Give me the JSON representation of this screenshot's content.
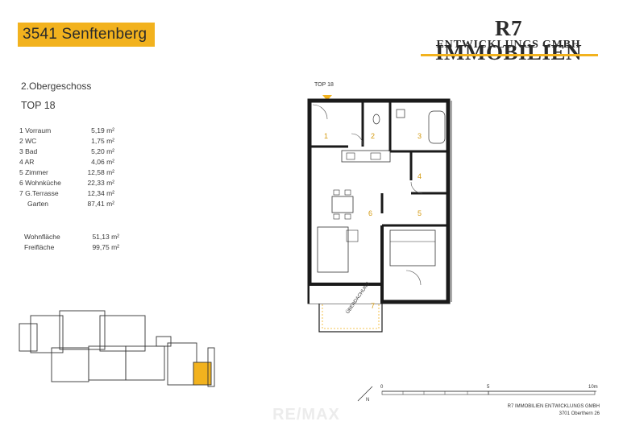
{
  "header": {
    "location": "3541 Senftenberg",
    "company_name": "R7 IMMOBILIEN",
    "company_sub": "ENTWICKLUNGS GMBH"
  },
  "apartment": {
    "floor": "2.Obergeschoss",
    "unit": "TOP 18",
    "plan_label": "TOP 18"
  },
  "rooms": [
    {
      "name": "1 Vorraum",
      "area": "5,19 m²"
    },
    {
      "name": "2 WC",
      "area": "1,75 m²"
    },
    {
      "name": "3 Bad",
      "area": "5,20 m²"
    },
    {
      "name": "4 AR",
      "area": "4,06 m²"
    },
    {
      "name": "5 Zimmer",
      "area": "12,58 m²"
    },
    {
      "name": "6 Wohnküche",
      "area": "22,33 m²"
    },
    {
      "name": "7 G.Terrasse",
      "area": "12,34 m²"
    },
    {
      "name": "Garten",
      "area": "87,41 m²"
    }
  ],
  "totals": [
    {
      "name": "Wohnfläche",
      "area": "51,13 m²"
    },
    {
      "name": "Freifläche",
      "area": "99,75 m²"
    }
  ],
  "plan_numbers": [
    "1",
    "2",
    "3",
    "4",
    "5",
    "6",
    "7"
  ],
  "plan_annotation": "ÜBERDACHUNG",
  "scale": {
    "ticks": [
      "0",
      "5",
      "10m"
    ]
  },
  "footer": {
    "line1": "R7 IMMOBILIEN ENTWICKLUNGS GMBH",
    "line2": "3701 Oberthern 26"
  },
  "watermark": "RE/MAX",
  "colors": {
    "accent": "#f2b21e",
    "wall": "#1a1a1a",
    "text": "#3a3a3a"
  }
}
